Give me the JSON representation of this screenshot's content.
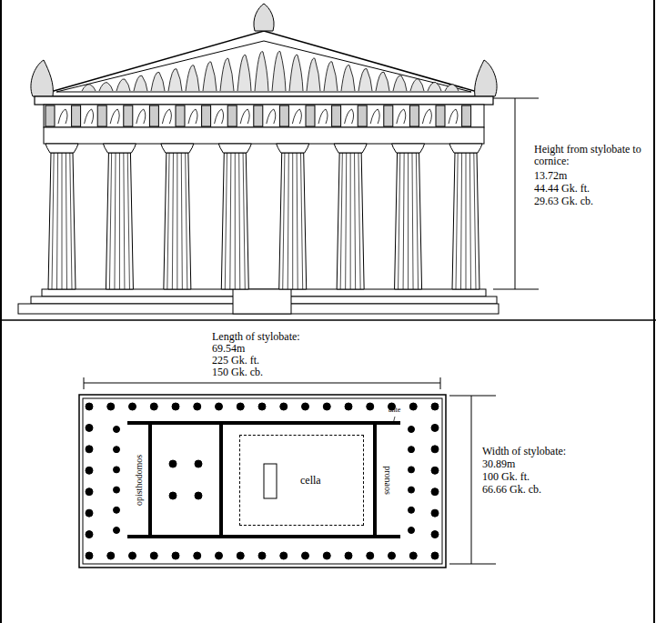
{
  "diagram": {
    "nodes": [
      {
        "text": [
          "cella"
        ]
      }
    ],
    "labels": [
      "Height from stylobate to cornice:",
      "13.72m",
      "44.44 Gk. ft.",
      "29.63 Gk. cb.",
      "Length of stylobate:",
      "69.54m",
      "225 Gk. ft.",
      "150 Gk. cb.",
      "Width of stylobate:",
      "30.89m",
      "100 Gk. ft.",
      "66.66 Gk. cb.",
      "opisthodomos",
      "pronaos",
      "ante"
    ]
  }
}
